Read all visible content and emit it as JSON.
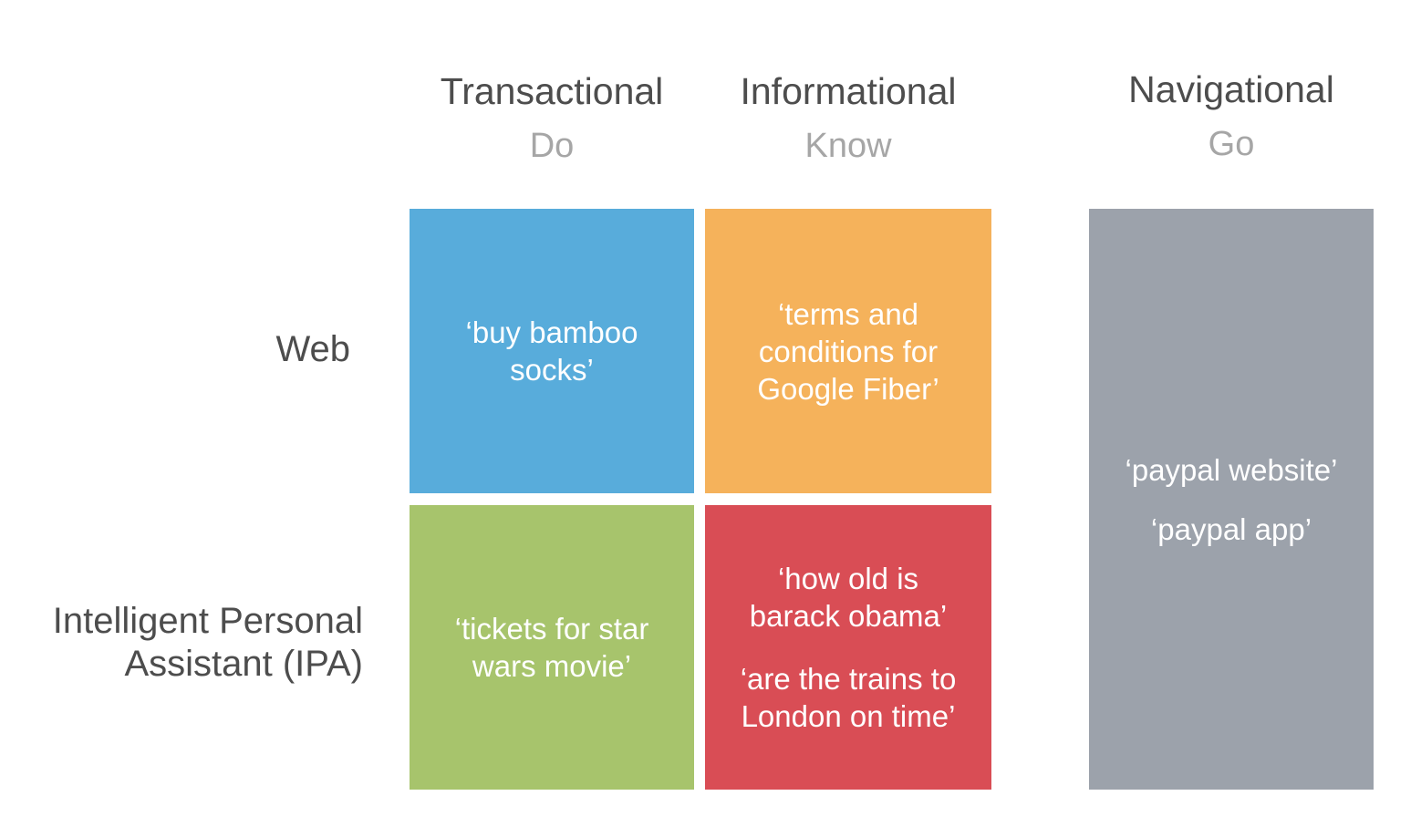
{
  "columns": [
    {
      "title": "Transactional",
      "subtitle": "Do"
    },
    {
      "title": "Informational",
      "subtitle": "Know"
    },
    {
      "title": "Navigational",
      "subtitle": "Go"
    }
  ],
  "rows": [
    {
      "label": "Web"
    },
    {
      "label_line1": "Intelligent Personal",
      "label_line2": "Assistant (IPA)"
    }
  ],
  "cells": {
    "web_transactional": {
      "color": "#58acdb",
      "texts": [
        "‘buy bamboo socks’"
      ]
    },
    "web_informational": {
      "color": "#f5b25b",
      "texts": [
        "‘terms and conditions for Google Fiber’"
      ]
    },
    "ipa_transactional": {
      "color": "#a7c46c",
      "texts": [
        "‘tickets for star wars movie’"
      ]
    },
    "ipa_informational": {
      "color": "#d94d55",
      "texts": [
        "‘how old is barack obama’",
        "‘are the trains to London on time’"
      ]
    },
    "navigational": {
      "color": "#9ca2ab",
      "texts": [
        "‘paypal website’",
        "‘paypal app’"
      ]
    }
  }
}
